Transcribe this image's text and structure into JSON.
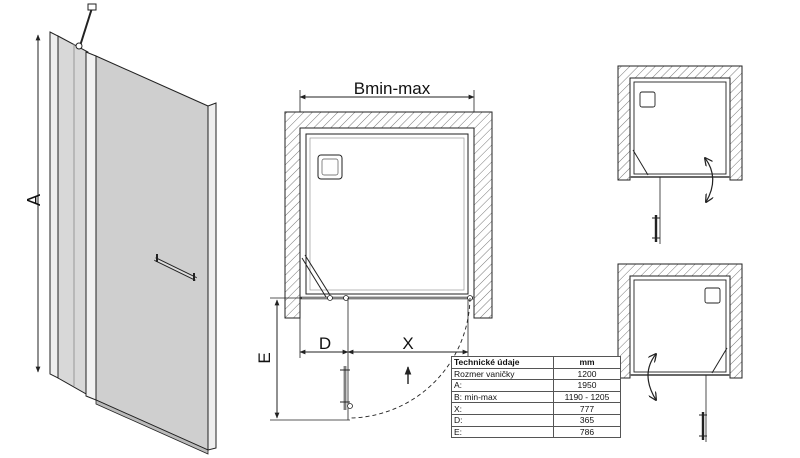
{
  "colors": {
    "line": "#222222",
    "glass": "#cfcfcf",
    "wall_fill": "#ffffff",
    "hatch": "#555555"
  },
  "labels": {
    "dim_a": "A",
    "dim_b": "Bmin-max",
    "dim_d": "D",
    "dim_x": "X",
    "dim_e": "E"
  },
  "icons": {
    "door_handle": "bar-handle-icon",
    "swing": "swing-arrow-icon",
    "entry": "up-arrow-icon"
  },
  "spec_table": {
    "header": {
      "name": "Technické údaje",
      "unit": "mm"
    },
    "rows": [
      {
        "name": "Rozmer vaničky",
        "value": "1200"
      },
      {
        "name": "A:",
        "value": "1950"
      },
      {
        "name": "B: min-max",
        "value": "1190 - 1205"
      },
      {
        "name": "X:",
        "value": "777"
      },
      {
        "name": "D:",
        "value": "365"
      },
      {
        "name": "E:",
        "value": "786"
      }
    ]
  }
}
